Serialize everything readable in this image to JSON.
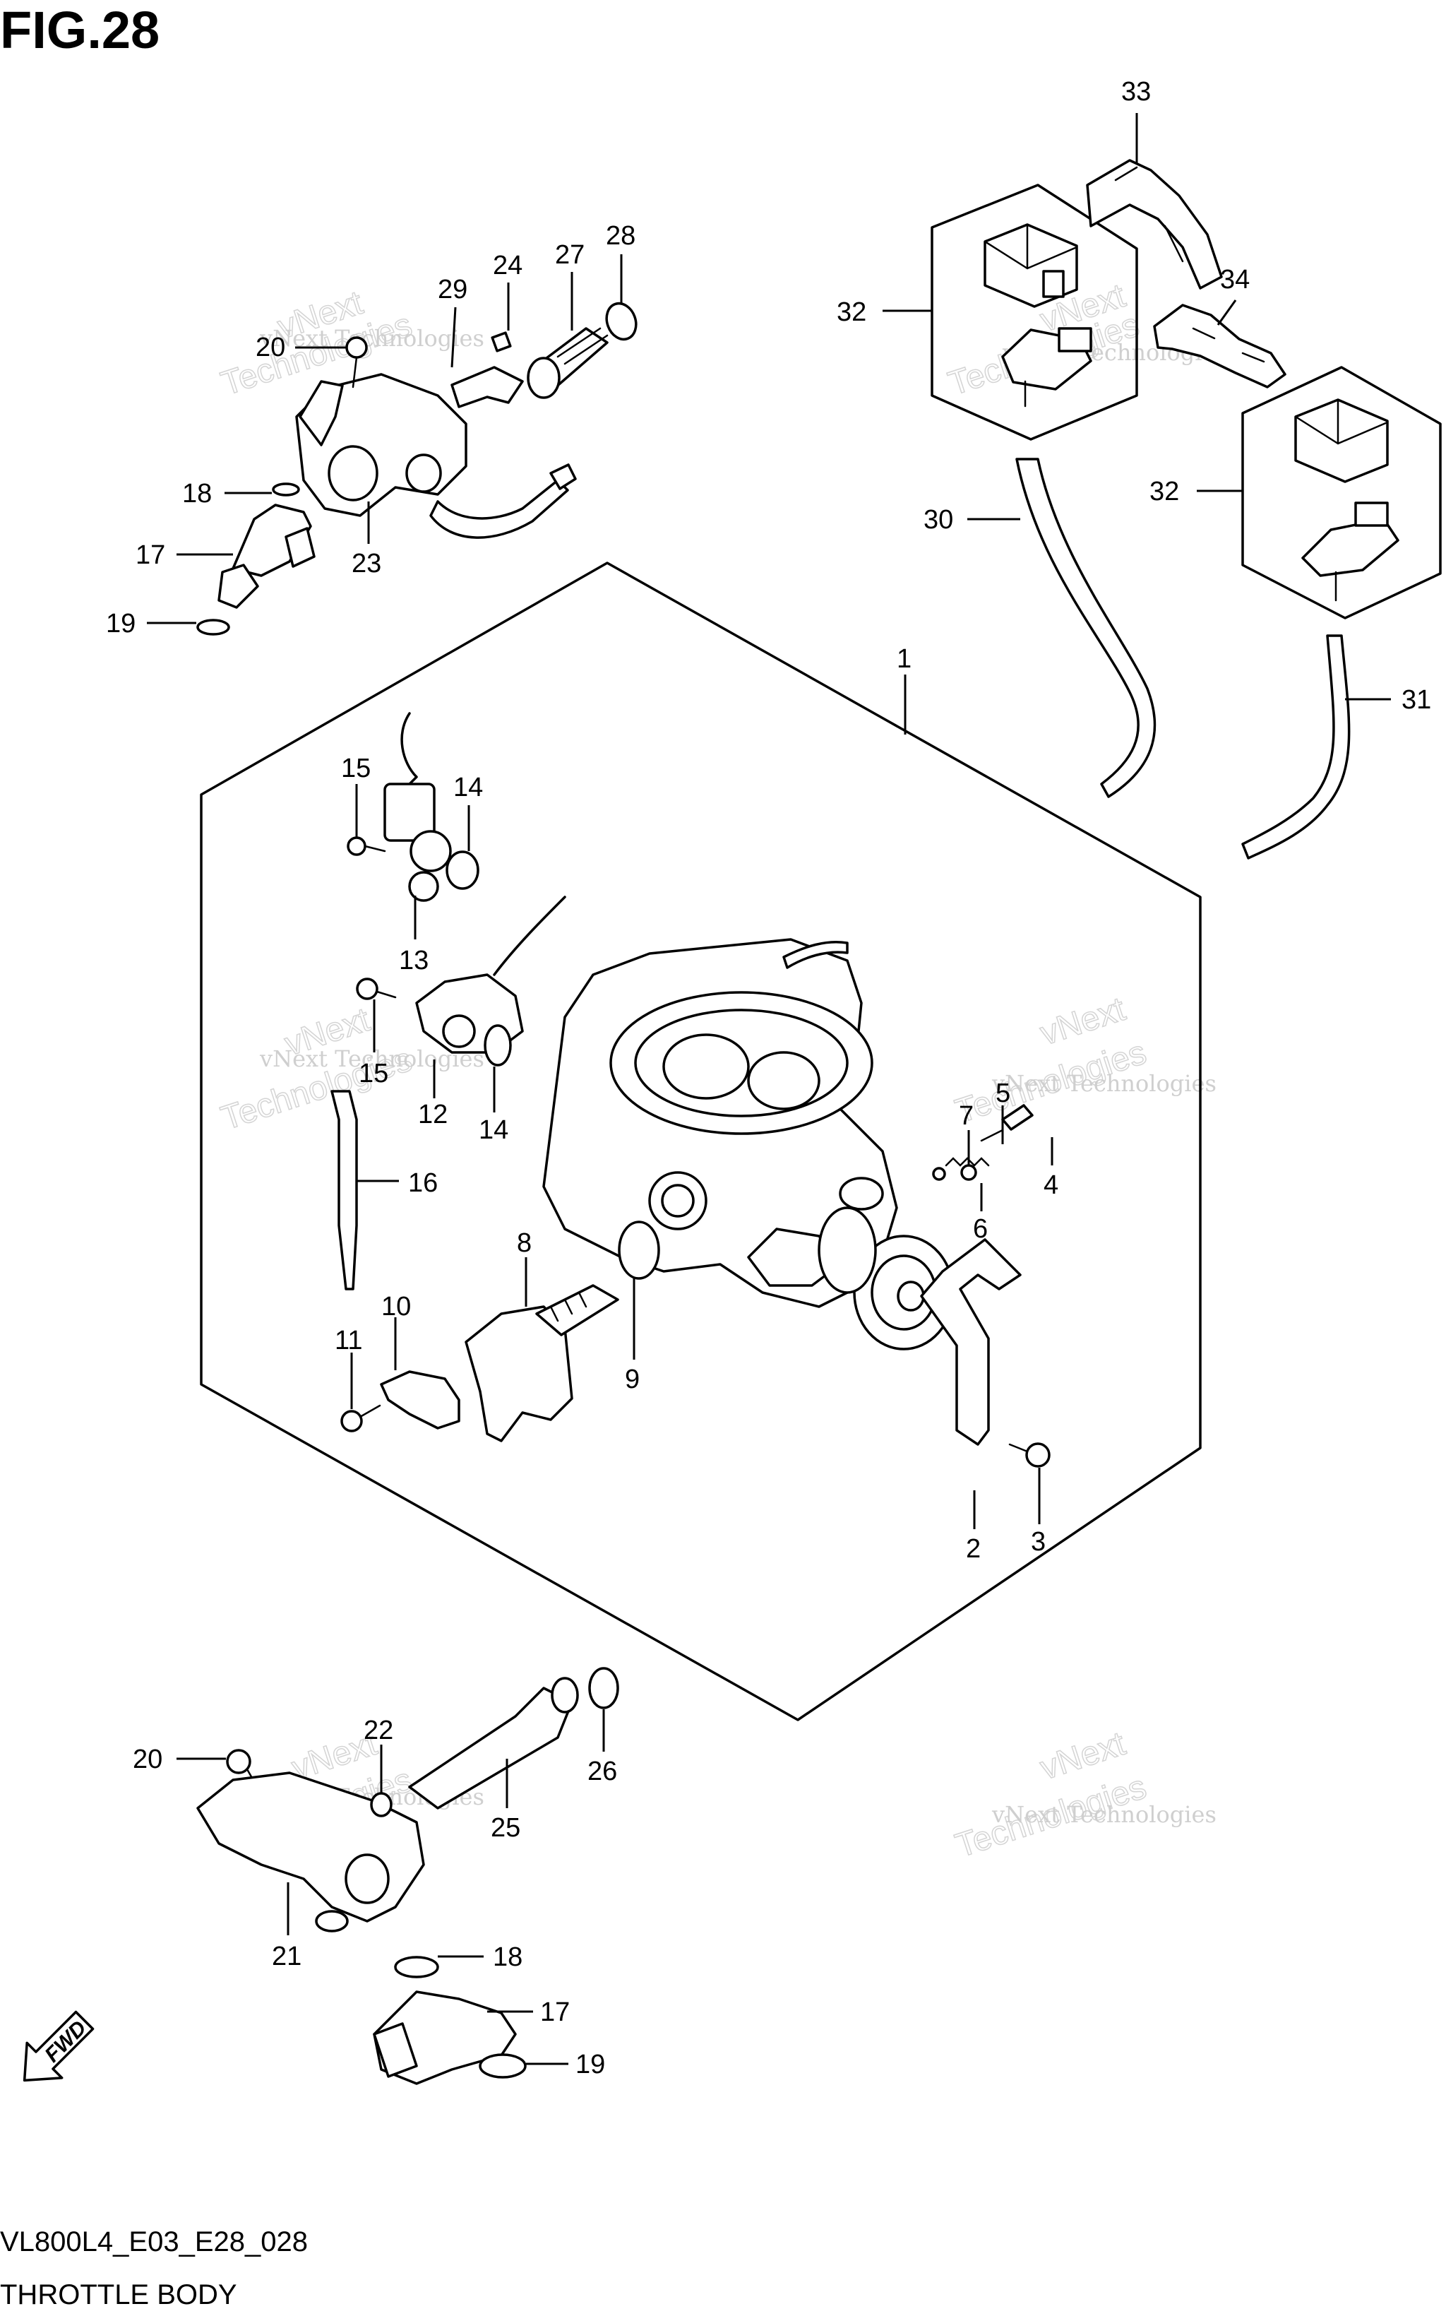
{
  "figure_label": "FIG.28",
  "footer": {
    "code": "VL800L4_E03_E28_028",
    "title": "THROTTLE BODY"
  },
  "watermark": {
    "line1": "vNext",
    "line2": "Technologies",
    "combined": "vNext Technologies"
  },
  "fwd_label": "FWD",
  "callouts": [
    {
      "id": "c33",
      "text": "33"
    },
    {
      "id": "c32a",
      "text": "32"
    },
    {
      "id": "c34",
      "text": "34"
    },
    {
      "id": "c32b",
      "text": "32"
    },
    {
      "id": "c30",
      "text": "30"
    },
    {
      "id": "c31",
      "text": "31"
    },
    {
      "id": "c29",
      "text": "29"
    },
    {
      "id": "c24",
      "text": "24"
    },
    {
      "id": "c27",
      "text": "27"
    },
    {
      "id": "c28",
      "text": "28"
    },
    {
      "id": "c20a",
      "text": "20"
    },
    {
      "id": "c18a",
      "text": "18"
    },
    {
      "id": "c17a",
      "text": "17"
    },
    {
      "id": "c19a",
      "text": "19"
    },
    {
      "id": "c23",
      "text": "23"
    },
    {
      "id": "c1",
      "text": "1"
    },
    {
      "id": "c15a",
      "text": "15"
    },
    {
      "id": "c14a",
      "text": "14"
    },
    {
      "id": "c13",
      "text": "13"
    },
    {
      "id": "c15b",
      "text": "15"
    },
    {
      "id": "c12",
      "text": "12"
    },
    {
      "id": "c14b",
      "text": "14"
    },
    {
      "id": "c16",
      "text": "16"
    },
    {
      "id": "c7",
      "text": "7"
    },
    {
      "id": "c5",
      "text": "5"
    },
    {
      "id": "c4",
      "text": "4"
    },
    {
      "id": "c6",
      "text": "6"
    },
    {
      "id": "c8",
      "text": "8"
    },
    {
      "id": "c10",
      "text": "10"
    },
    {
      "id": "c11",
      "text": "11"
    },
    {
      "id": "c9",
      "text": "9"
    },
    {
      "id": "c2",
      "text": "2"
    },
    {
      "id": "c3",
      "text": "3"
    },
    {
      "id": "c22",
      "text": "22"
    },
    {
      "id": "c20b",
      "text": "20"
    },
    {
      "id": "c26",
      "text": "26"
    },
    {
      "id": "c25",
      "text": "25"
    },
    {
      "id": "c21",
      "text": "21"
    },
    {
      "id": "c18b",
      "text": "18"
    },
    {
      "id": "c17b",
      "text": "17"
    },
    {
      "id": "c19b",
      "text": "19"
    }
  ]
}
